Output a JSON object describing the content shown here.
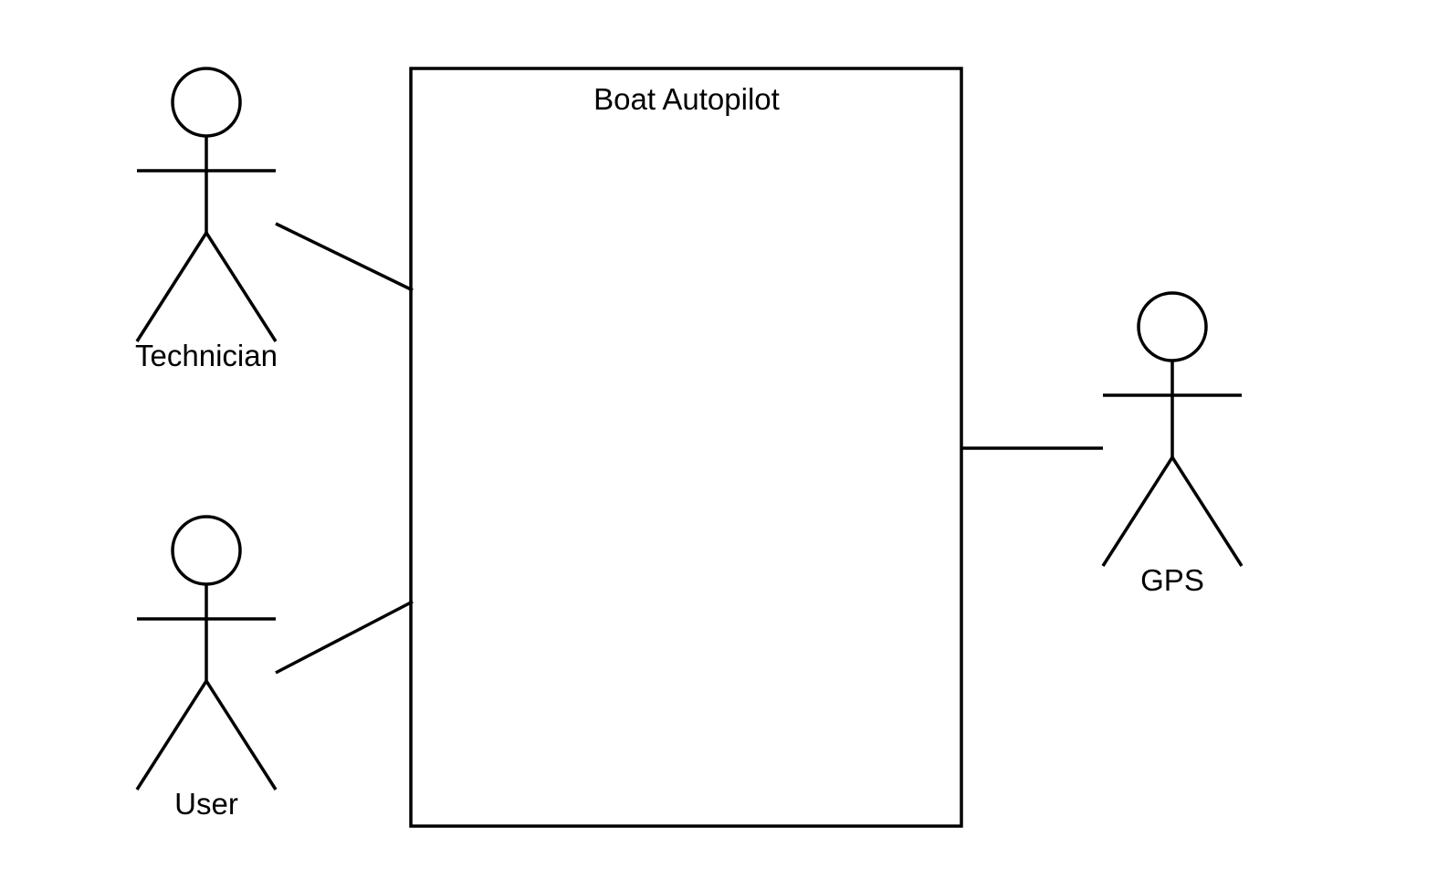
{
  "system": {
    "title": "Boat Autopilot"
  },
  "actors": {
    "technician": {
      "label": "Technician"
    },
    "user": {
      "label": "User"
    },
    "gps": {
      "label": "GPS"
    }
  },
  "colors": {
    "stroke": "#000000",
    "background": "#ffffff"
  }
}
